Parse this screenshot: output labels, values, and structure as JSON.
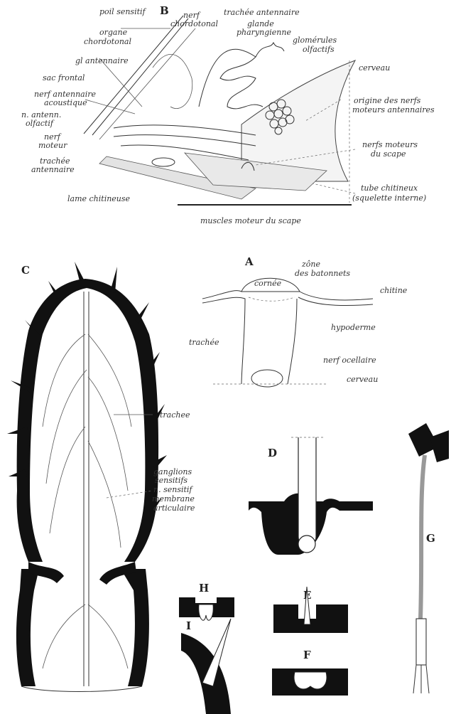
{
  "figures": {
    "A": {
      "letter": "A",
      "labels": {
        "zone": "zône",
        "batonnets": "des batonnets",
        "cornee": "cornée",
        "chitine": "chitine",
        "hypoderme": "hypoderme",
        "trachee": "trachée",
        "nerf_ocellaire": "nerf ocellaire",
        "cerveau": "cerveau"
      }
    },
    "B": {
      "letter": "B",
      "labels": {
        "poil_sensitif": "poil sensitif",
        "nerf": "nerf",
        "chordotonal": "chordotonal",
        "trachee_antennaire_top": "trachée antennaire",
        "glande": "glande",
        "pharyngienne": "pharyngienne",
        "organe": "organe",
        "chordotonal_2": "chordotonal",
        "glomerules": "glomérules",
        "olfactifs": "olfactifs",
        "gl_antennaire": "gl antennaire",
        "cerveau": "cerveau",
        "sac_frontal": "sac frontal",
        "nerf_antennaire": "nerf antennaire",
        "acoustique": "acoustique",
        "origine_des_nerfs": "origine des nerfs",
        "moteurs_antennaires": "moteurs antennaires",
        "n_antenn": "n. antenn.",
        "olfactif": "olfactif",
        "nerf_moteur": "nerf",
        "moteur": "moteur",
        "nerfs_moteurs": "nerfs moteurs",
        "du_scape": "du scape",
        "trachee": "trachée",
        "antennaire": "antennaire",
        "tube_chitineux": "tube chitineux",
        "squelette_interne": "(squelette interne)",
        "lame_chitineuse": "lame chitineuse",
        "muscles_moteur": "muscles moteur du scape"
      }
    },
    "C": {
      "letter": "C",
      "labels": {
        "trachee": "trachee",
        "ganglions": "ganglions",
        "sensitifs": "sensitifs",
        "n_sensitif": "n. sensitif",
        "membrane": "membrane",
        "articulaire": "articulaire"
      }
    },
    "D": {
      "letter": "D"
    },
    "E": {
      "letter": "E"
    },
    "F": {
      "letter": "F"
    },
    "G": {
      "letter": "G"
    },
    "H": {
      "letter": "H"
    },
    "I": {
      "letter": "I"
    }
  }
}
